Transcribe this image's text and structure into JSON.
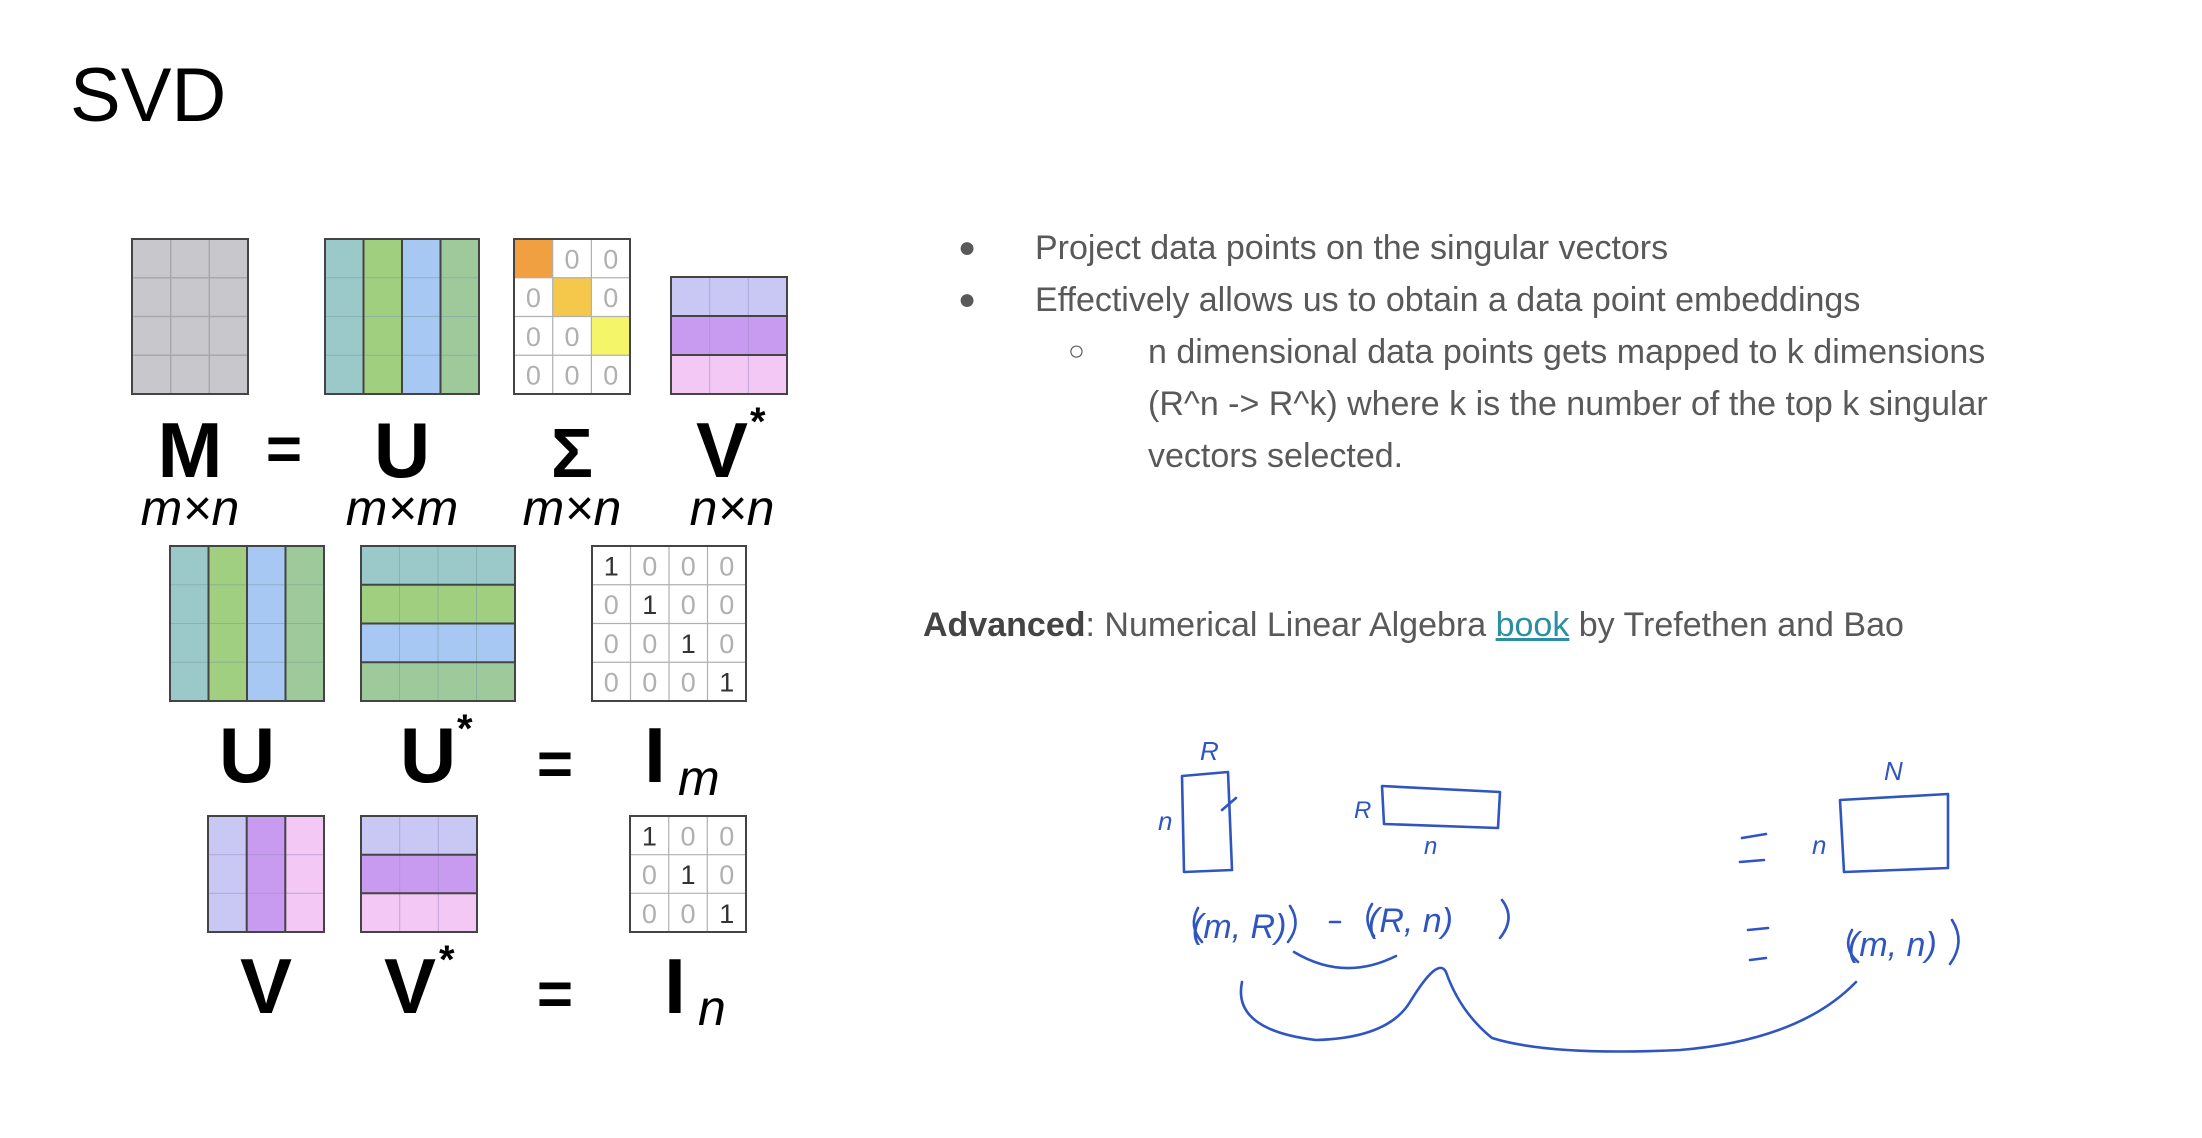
{
  "slide": {
    "title": "SVD"
  },
  "bullets": [
    {
      "text": "Project data points on the singular vectors"
    },
    {
      "text": "Effectively allows us to obtain a data point embeddings"
    }
  ],
  "sub_bullets": [
    {
      "line1": "n dimensional data points gets mapped to k dimensions",
      "line2": "(R^n -> R^k) where k is the number of the top k singular",
      "line3": "vectors selected."
    }
  ],
  "advanced": {
    "label": "Advanced",
    "before_link": ": Numerical Linear Algebra ",
    "link_text": "book",
    "after_link": " by Trefethen and Bao"
  },
  "equations": {
    "svd": {
      "M": "M",
      "eq": "=",
      "U": "U",
      "Sigma": "Σ",
      "V": "V",
      "star": "*",
      "dim_M": "m×n",
      "dim_U": "m×m",
      "dim_Sigma": "m×n",
      "dim_V": "n×n"
    },
    "u_orth": {
      "U": "U",
      "Ustar": "U",
      "star": "*",
      "eq": "=",
      "I": "I",
      "sub": "m"
    },
    "v_orth": {
      "V": "V",
      "Vstar": "V",
      "star": "*",
      "eq": "=",
      "I": "I",
      "sub": "n"
    }
  },
  "matrices": {
    "sigma_entries": [
      [
        "",
        "0",
        "0"
      ],
      [
        "0",
        "",
        "0"
      ],
      [
        "0",
        "0",
        ""
      ],
      [
        "0",
        "0",
        "0"
      ]
    ],
    "identity_m": [
      [
        "1",
        "0",
        "0",
        "0"
      ],
      [
        "0",
        "1",
        "0",
        "0"
      ],
      [
        "0",
        "0",
        "1",
        "0"
      ],
      [
        "0",
        "0",
        "0",
        "1"
      ]
    ],
    "identity_n": [
      [
        "1",
        "0",
        "0"
      ],
      [
        "0",
        "1",
        "0"
      ],
      [
        "0",
        "0",
        "1"
      ]
    ]
  },
  "handwriting": {
    "left_rows": "n",
    "left_cols": "R",
    "dot_R": "R",
    "dot_n": "n",
    "right_cols": "N",
    "right_rows": "n",
    "shape_left": "(m, R)",
    "shape_mid": "(R, n)",
    "shape_result": "(m, n)",
    "equals": "="
  },
  "colors": {
    "gray": "#c8c8cc",
    "teal": "#9bc9c9",
    "green": "#9fcf7f",
    "blue": "#a6c8f2",
    "sage": "#9ec99b",
    "orange": "#f0a040",
    "amber": "#f5c84c",
    "yellow": "#f5f56a",
    "lavender": "#c9c8f5",
    "purple": "#c99bf0",
    "pink": "#f3c8f5",
    "ink": "#2f55c0",
    "text": "#595959",
    "link": "#2a8fa3"
  }
}
